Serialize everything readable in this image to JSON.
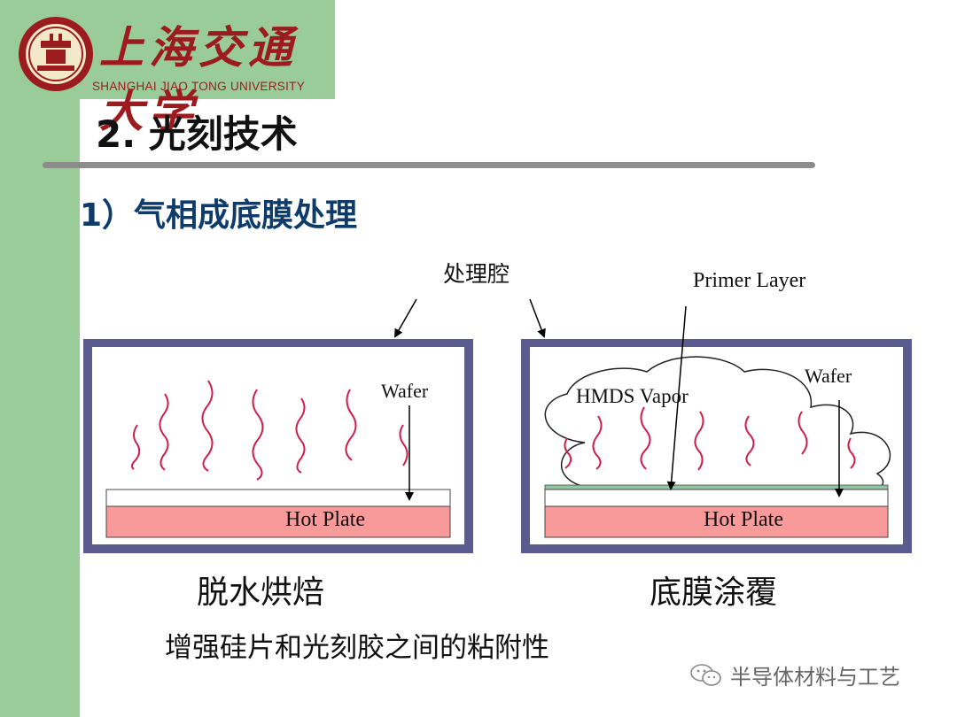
{
  "logo": {
    "name_cn": "上海交通大学",
    "name_en": "SHANGHAI JIAO TONG UNIVERSITY"
  },
  "title": "2. 光刻技术",
  "subtitle": "1）气相成底膜处理",
  "diagram": {
    "chamber_label": "处理腔",
    "primer_label": "Primer Layer",
    "left": {
      "wafer_label": "Wafer",
      "hot_plate_label": "Hot Plate",
      "caption": "脱水烘焙"
    },
    "right": {
      "wafer_label": "Wafer",
      "vapor_label": "HMDS Vapor",
      "hot_plate_label": "Hot Plate",
      "caption": "底膜涂覆"
    }
  },
  "note": "增强硅片和光刻胶之间的粘附性",
  "watermark": "半导体材料与工艺",
  "colors": {
    "sidebar": "#99cc99",
    "chamber": "#5b5b8f",
    "hot_plate": "#f99a9a",
    "squiggle": "#cc1f4f",
    "primer": "#8fc6a4",
    "logo": "#9b1b1f"
  }
}
